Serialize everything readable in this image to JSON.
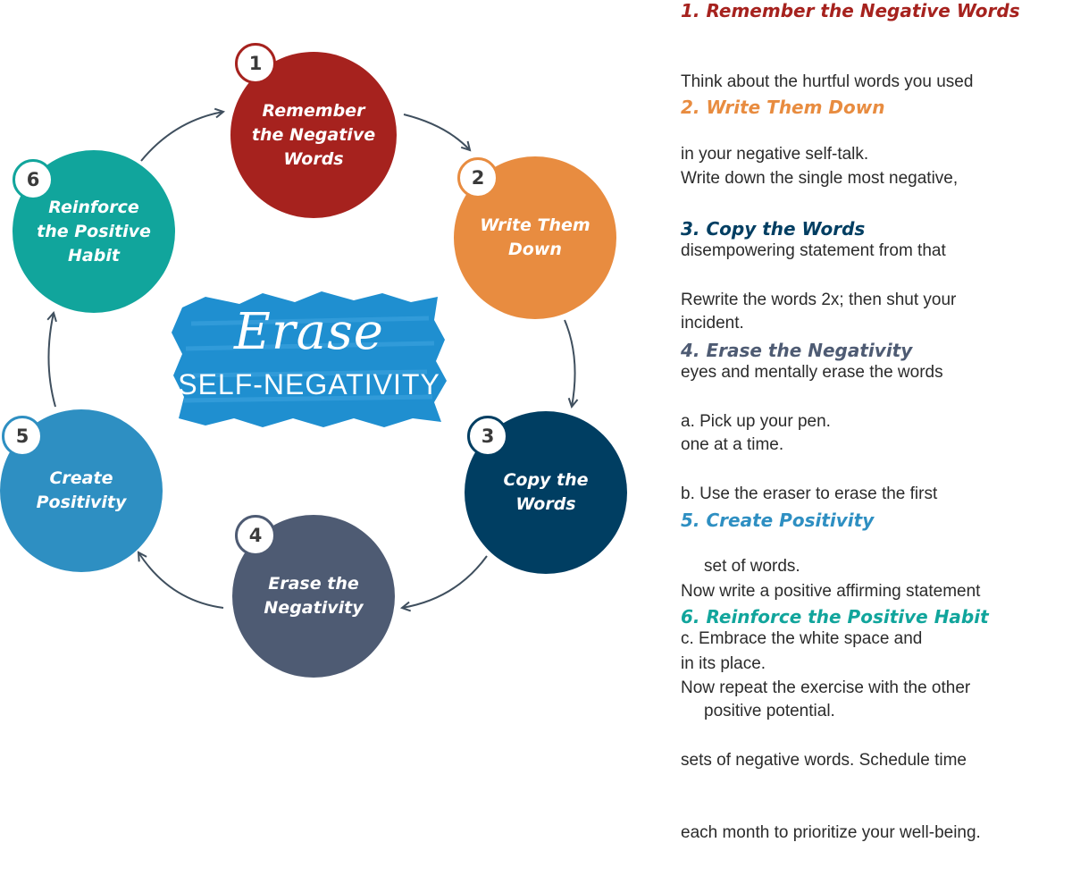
{
  "diagram": {
    "center": {
      "script_word": "Erase",
      "subtitle": "SELF-NEGATIVITY"
    },
    "steps": [
      {
        "number": "1",
        "label_lines": [
          "Remember",
          "the Negative",
          "Words"
        ],
        "color": "#a6221e"
      },
      {
        "number": "2",
        "label_lines": [
          "Write Them",
          "Down"
        ],
        "color": "#e88c40"
      },
      {
        "number": "3",
        "label_lines": [
          "Copy the",
          "Words"
        ],
        "color": "#003e62"
      },
      {
        "number": "4",
        "label_lines": [
          "Erase the",
          "Negativity"
        ],
        "color": "#4e5b73"
      },
      {
        "number": "5",
        "label_lines": [
          "Create",
          "Positivity"
        ],
        "color": "#2e8fc2"
      },
      {
        "number": "6",
        "label_lines": [
          "Reinforce",
          "the Positive",
          "Habit"
        ],
        "color": "#11a59c"
      }
    ]
  },
  "instructions": [
    {
      "title": "1. Remember the Negative Words",
      "lines": [
        "Think about the hurtful words you used",
        "in your negative self-talk."
      ]
    },
    {
      "title": "2. Write Them Down",
      "lines": [
        "Write down the single most negative,",
        "disempowering statement from that",
        "incident."
      ]
    },
    {
      "title": "3. Copy the Words",
      "lines": [
        "Rewrite the words 2x; then shut your",
        "eyes and mentally erase the words",
        "one at a time."
      ]
    },
    {
      "title": "4. Erase the Negativity",
      "lines": [
        "a. Pick up your pen.",
        "b. Use the eraser to erase the first",
        "set of words.",
        "c. Embrace the white space and",
        "positive potential."
      ]
    },
    {
      "title": "5. Create Positivity",
      "lines": [
        "Now write a positive affirming statement",
        "in its place."
      ]
    },
    {
      "title": "6. Reinforce the Positive Habit",
      "lines": [
        "Now repeat the exercise with the other",
        "sets of negative words. Schedule time",
        "each month to prioritize your well-being."
      ]
    }
  ],
  "colors": {
    "arrow": "#3f4f5e",
    "badge_blue": "#1f8fd0"
  }
}
